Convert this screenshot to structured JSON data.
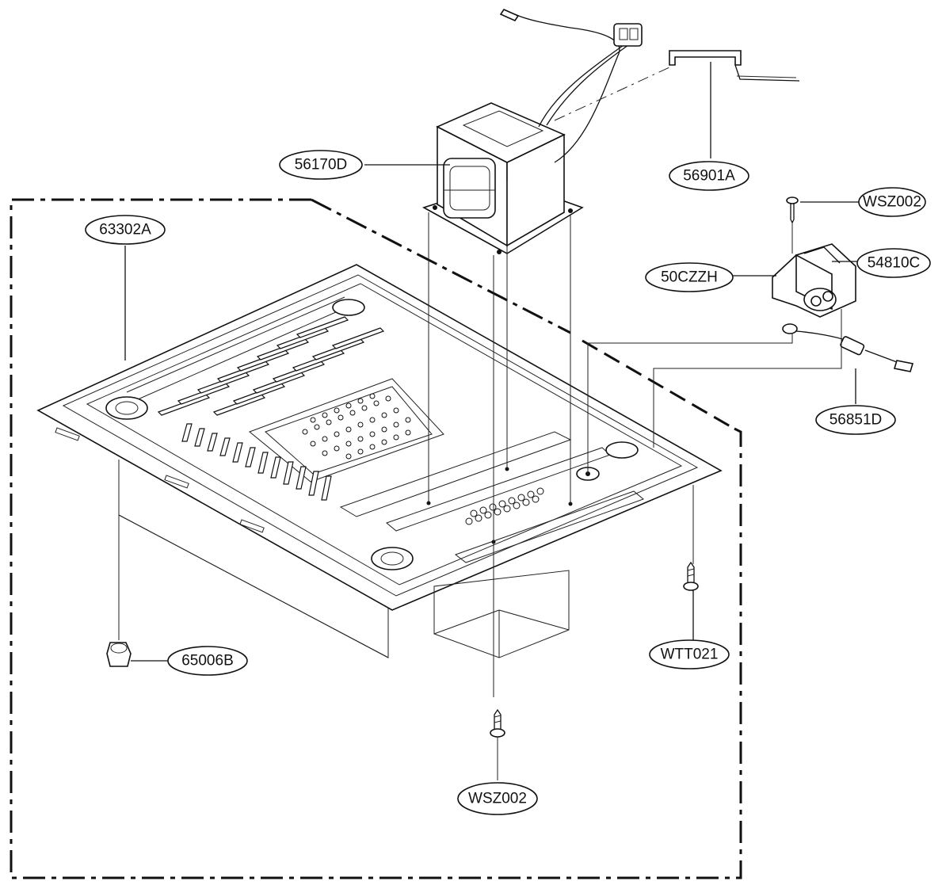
{
  "callouts": [
    {
      "key": "c_56170D",
      "text": "56170D"
    },
    {
      "key": "c_56901A",
      "text": "56901A"
    },
    {
      "key": "c_WSZ002_top",
      "text": "WSZ002"
    },
    {
      "key": "c_63302A",
      "text": "63302A"
    },
    {
      "key": "c_54810C",
      "text": "54810C"
    },
    {
      "key": "c_50CZZH",
      "text": "50CZZH"
    },
    {
      "key": "c_56851D",
      "text": "56851D"
    },
    {
      "key": "c_65006B",
      "text": "65006B"
    },
    {
      "key": "c_WTT021",
      "text": "WTT021"
    },
    {
      "key": "c_WSZ002_bottom",
      "text": "WSZ002"
    }
  ]
}
